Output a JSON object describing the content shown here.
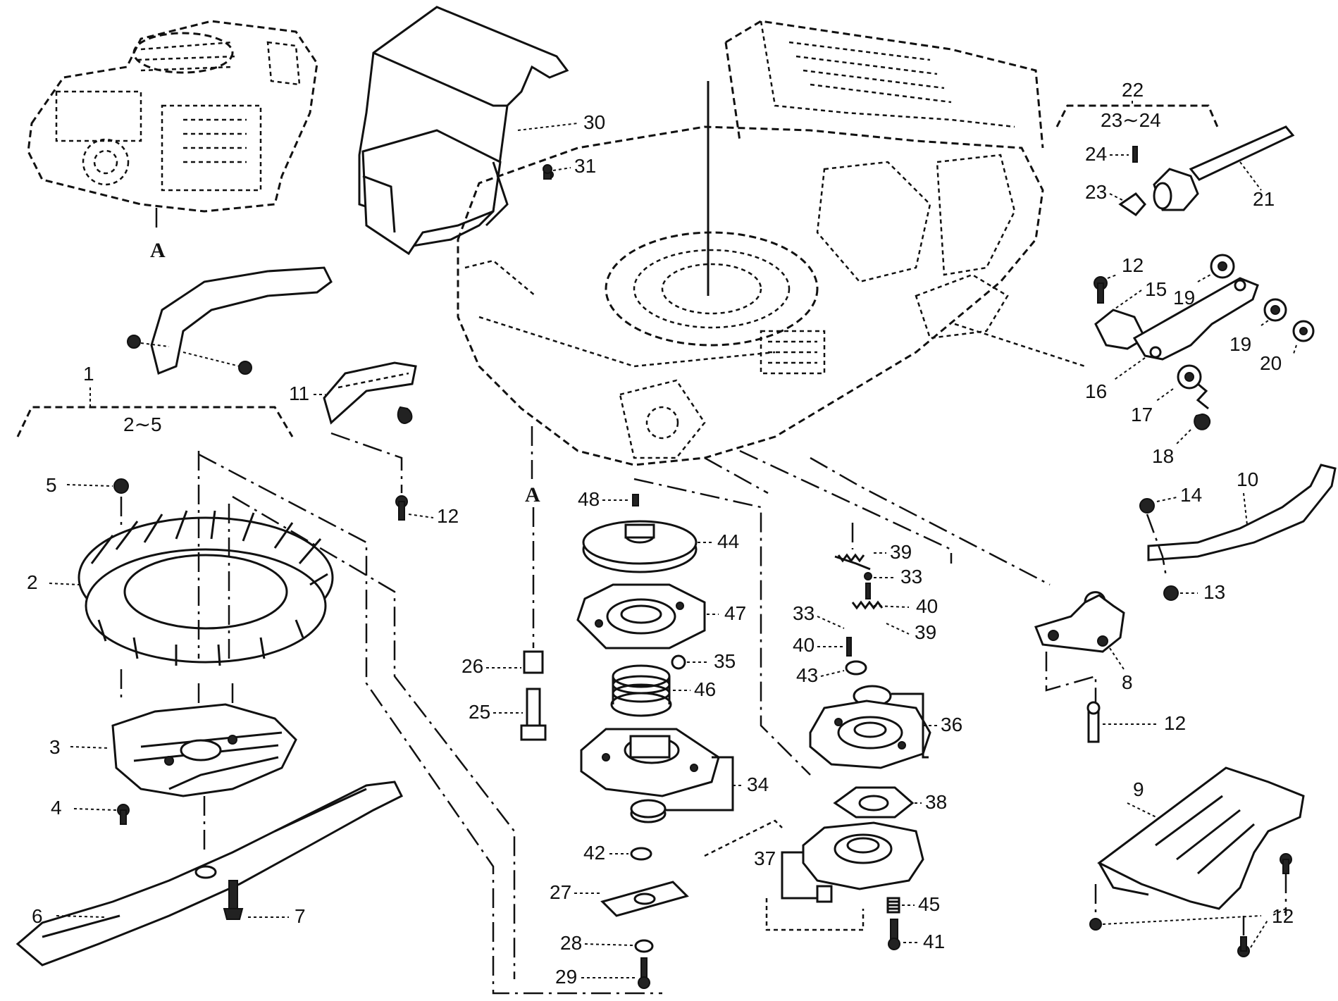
{
  "labels": {
    "A_top": "A",
    "A_mid": "A",
    "p1": "1",
    "p2_5": "2∼5",
    "p2": "2",
    "p3": "3",
    "p4": "4",
    "p5": "5",
    "p6": "6",
    "p7": "7",
    "p8": "8",
    "p9": "9",
    "p10": "10",
    "p11": "11",
    "p12a": "12",
    "p12b": "12",
    "p12c": "12",
    "p12d": "12",
    "p13": "13",
    "p14": "14",
    "p15": "15",
    "p16": "16",
    "p17": "17",
    "p18": "18",
    "p19a": "19",
    "p19b": "19",
    "p20": "20",
    "p21": "21",
    "p22": "22",
    "p23_24": "23∼24",
    "p23": "23",
    "p24": "24",
    "p25": "25",
    "p26": "26",
    "p27": "27",
    "p28": "28",
    "p29": "29",
    "p30": "30",
    "p31": "31",
    "p33a": "33",
    "p33b": "33",
    "p34": "34",
    "p35": "35",
    "p36": "36",
    "p37": "37",
    "p38": "38",
    "p39a": "39",
    "p39b": "39",
    "p40a": "40",
    "p40b": "40",
    "p41": "41",
    "p42": "42",
    "p43": "43",
    "p44": "44",
    "p45": "45",
    "p46": "46",
    "p47": "47",
    "p48": "48"
  }
}
